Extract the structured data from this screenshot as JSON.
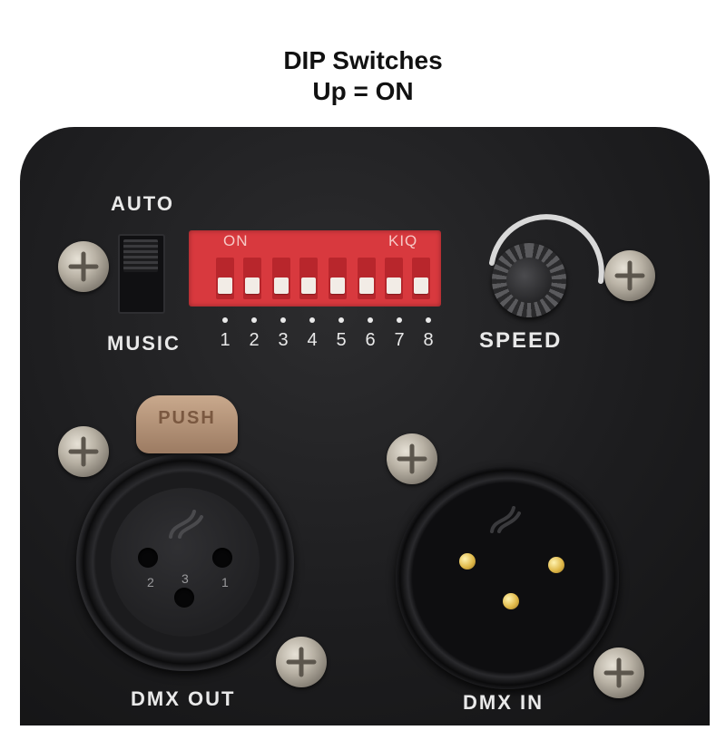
{
  "caption": {
    "line1": "DIP Switches",
    "line2": "Up = ON"
  },
  "panel": {
    "mode_switch": {
      "top_label": "AUTO",
      "bottom_label": "MUSIC"
    },
    "dip_switch": {
      "on_label": "ON",
      "brand_mark": "KIQ",
      "numbers": [
        "1",
        "2",
        "3",
        "4",
        "5",
        "6",
        "7",
        "8"
      ]
    },
    "speed_knob": {
      "label": "SPEED"
    },
    "dmx_out": {
      "label": "DMX OUT",
      "push_tab_label": "PUSH",
      "pin_numbers": [
        "2",
        "3",
        "1"
      ]
    },
    "dmx_in": {
      "label": "DMX IN"
    }
  },
  "colors": {
    "arrow": "#f2e632",
    "dip_body": "#d8393e",
    "panel": "#1d1d1f",
    "xlr_pins": "#e0b94a"
  },
  "icons": [
    "arrow-down-icon",
    "screw-icon",
    "flame-logo-icon"
  ]
}
